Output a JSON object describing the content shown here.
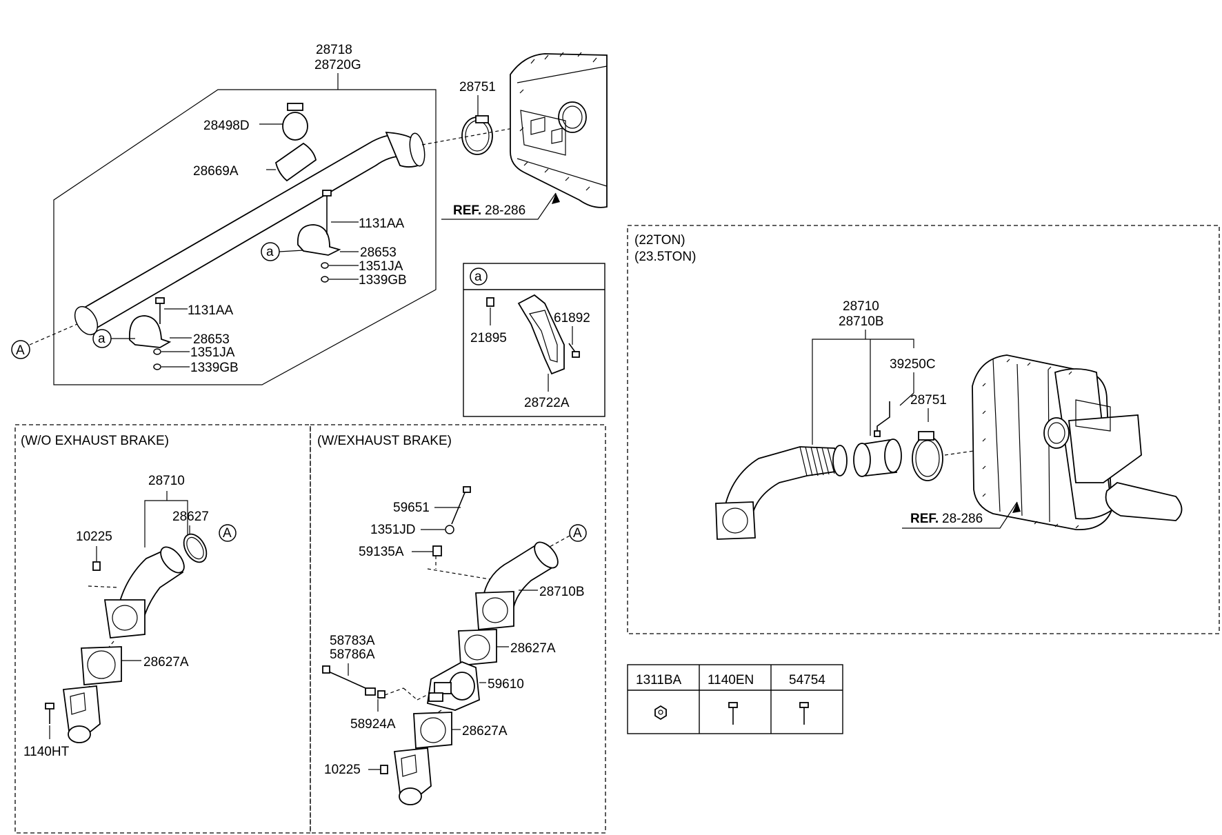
{
  "labels": {
    "main_part_1": "28718",
    "main_part_2": "28720G",
    "clamp_28498d": "28498D",
    "shield_28669a": "28669A",
    "clamp_top": "28751",
    "ref_top_bold": "REF.",
    "ref_top_num": "28-286",
    "bolt_1131aa_1": "1131AA",
    "bracket_28653_1": "28653",
    "nut_1351ja_1": "1351JA",
    "washer_1339gb_1": "1339GB",
    "bolt_1131aa_2": "1131AA",
    "bracket_28653_2": "28653",
    "nut_1351ja_2": "1351JA",
    "washer_1339gb_2": "1339GB",
    "marker_a_1": "a",
    "marker_a_2": "a",
    "marker_A_main": "A",
    "detail_a_header": "a",
    "detail_21895": "21895",
    "detail_61892": "61892",
    "detail_28722a": "28722A",
    "wo_title": "(W/O EXHAUST BRAKE)",
    "wo_28710": "28710",
    "wo_28627": "28627",
    "wo_10225": "10225",
    "wo_28627a": "28627A",
    "wo_1140ht": "1140HT",
    "wo_marker_A": "A",
    "w_title": "(W/EXHAUST BRAKE)",
    "w_59651": "59651",
    "w_1351jd": "1351JD",
    "w_59135a": "59135A",
    "w_28710b": "28710B",
    "w_28627a_1": "28627A",
    "w_58783a": "58783A",
    "w_58786a": "58786A",
    "w_59610": "59610",
    "w_58924a": "58924A",
    "w_28627a_2": "28627A",
    "w_10225": "10225",
    "w_marker_A": "A",
    "ton_title_1": "(22TON)",
    "ton_title_2": "(23.5TON)",
    "ton_28710": "28710",
    "ton_28710b": "28710B",
    "ton_39250c": "39250C",
    "ton_28751": "28751",
    "ref_right_bold": "REF.",
    "ref_right_num": "28-286"
  },
  "hardware_table": {
    "columns": [
      "1311BA",
      "1140EN",
      "54754"
    ],
    "icons": [
      "hex-nut-icon",
      "bolt-icon",
      "bolt-icon"
    ]
  }
}
